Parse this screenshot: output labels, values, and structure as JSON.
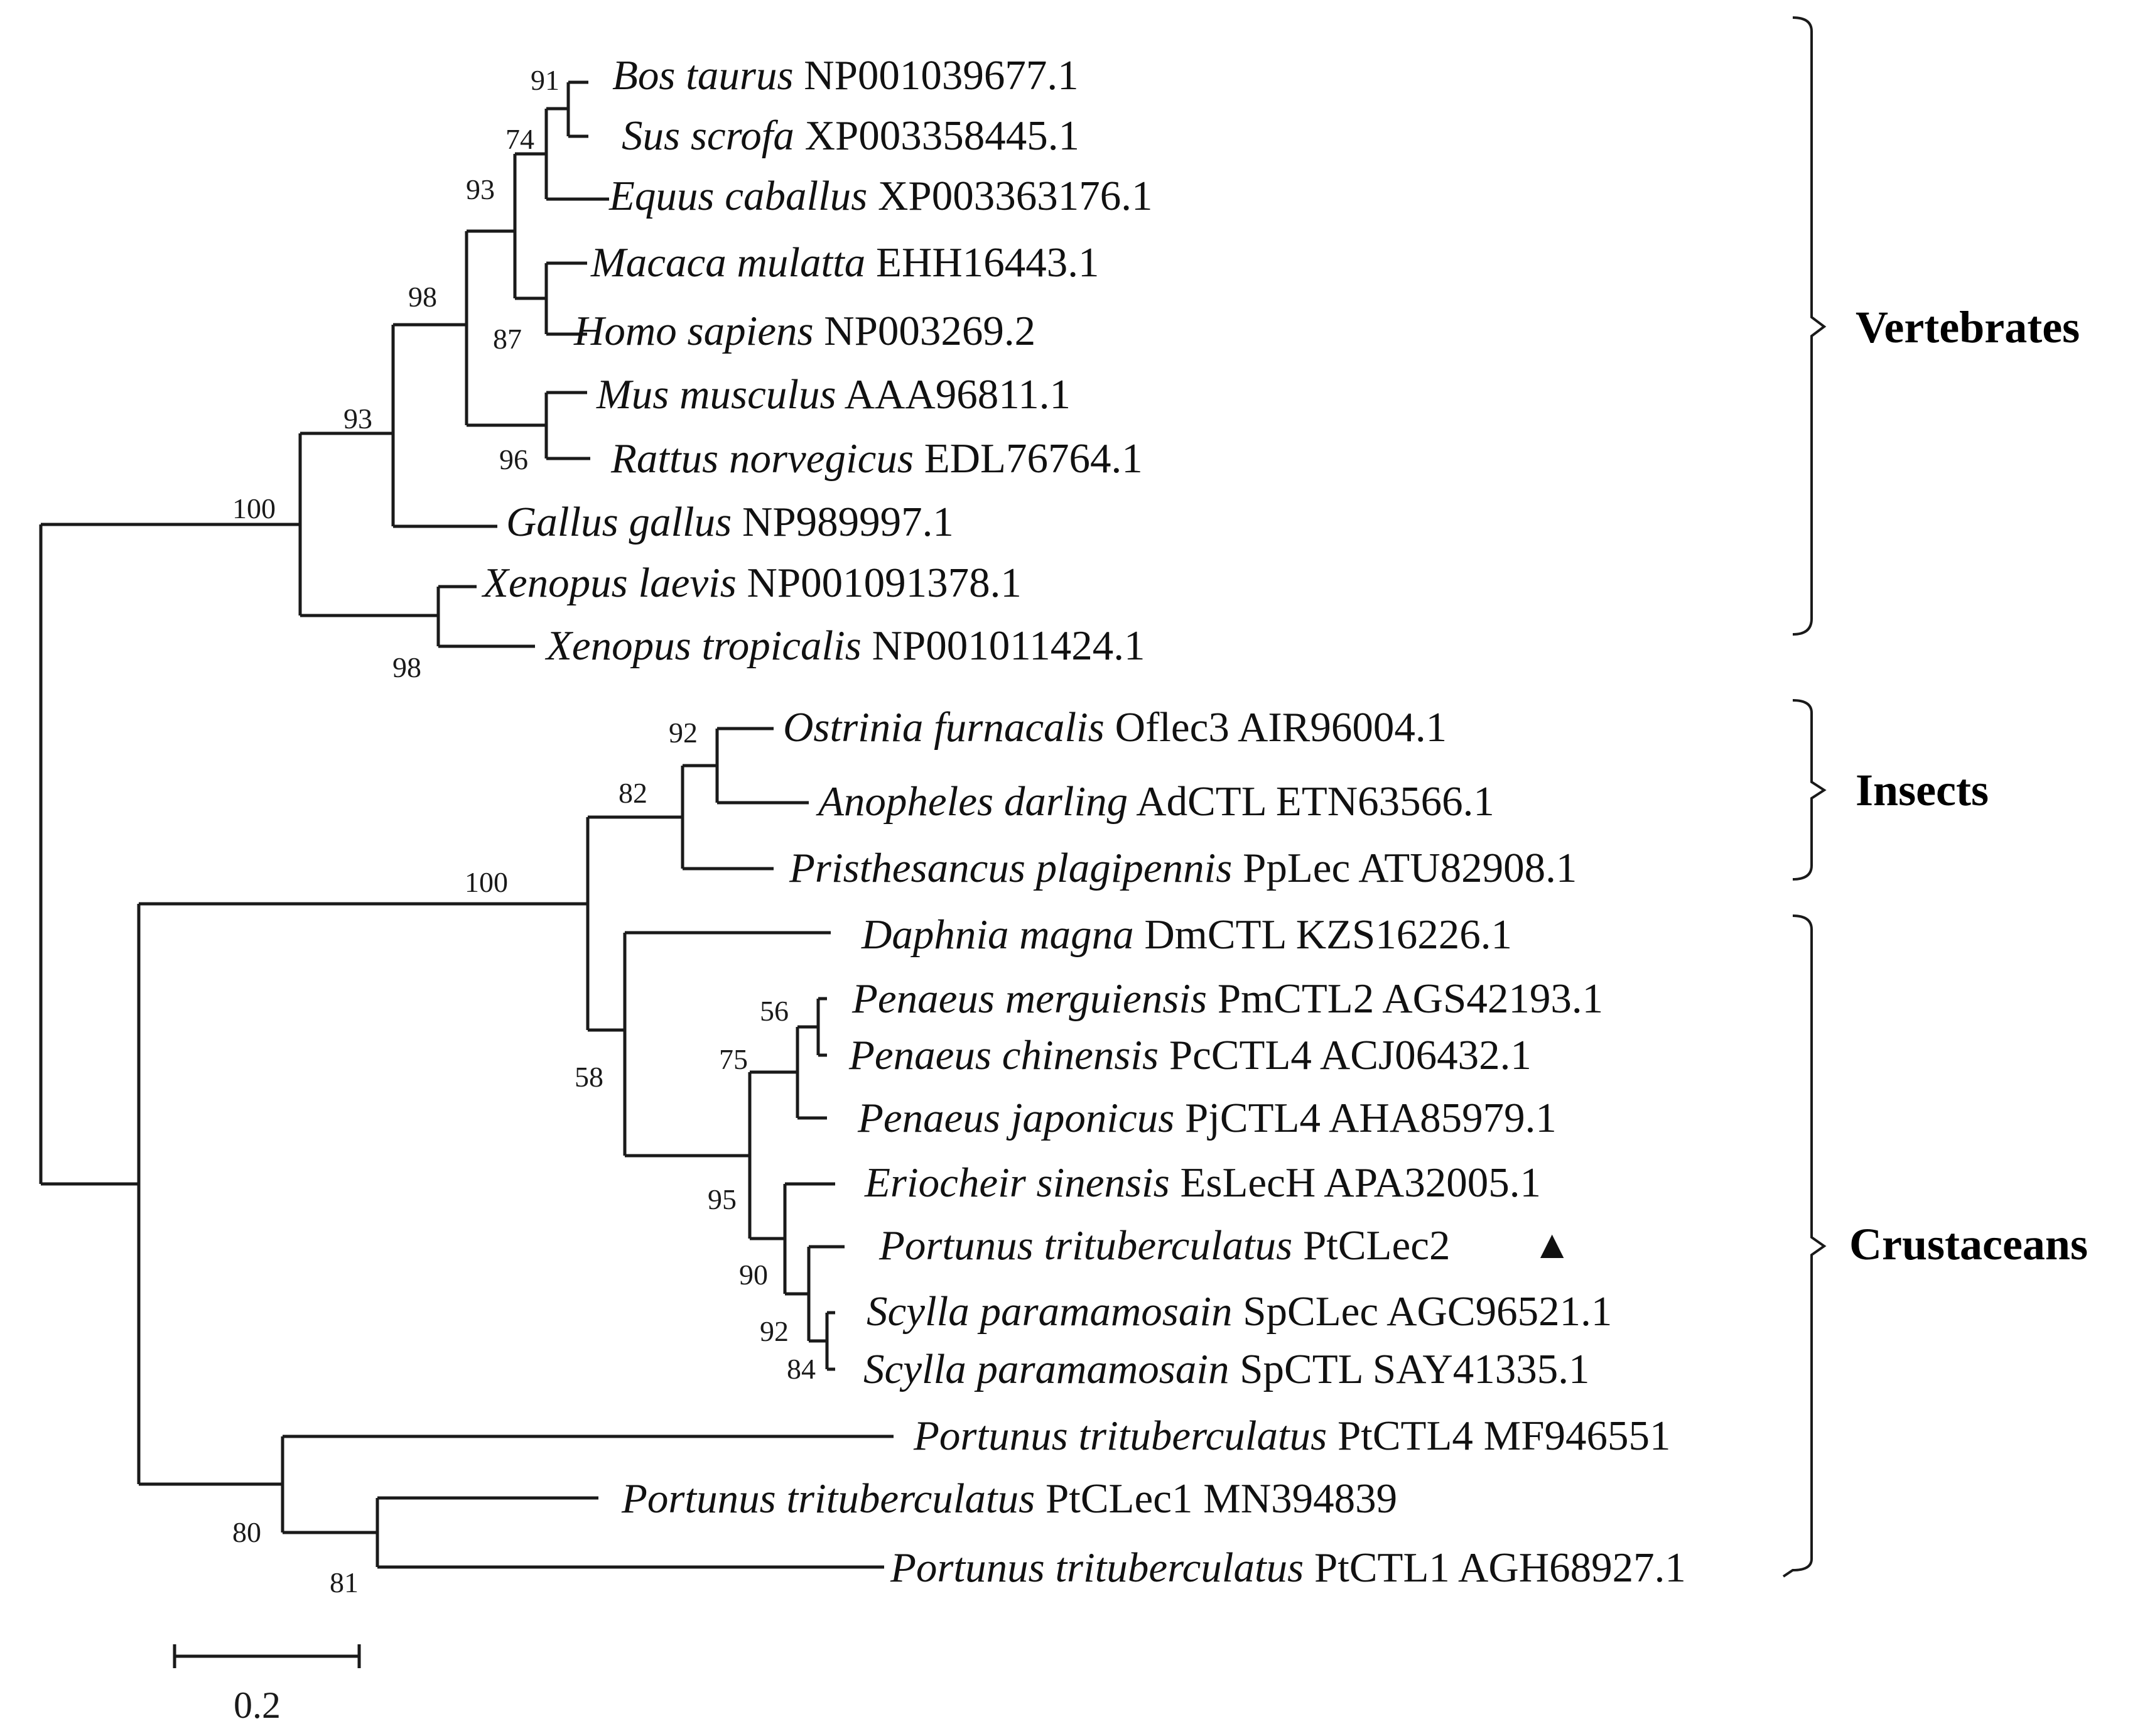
{
  "tree": {
    "leaves": [
      {
        "species": "Bos taurus",
        "accession": "NP001039677.1"
      },
      {
        "species": "Sus scrofa",
        "accession": "XP003358445.1"
      },
      {
        "species": "Equus caballus",
        "accession": "XP003363176.1"
      },
      {
        "species": "Macaca mulatta",
        "accession": "EHH16443.1"
      },
      {
        "species": "Homo sapiens",
        "accession": "NP003269.2"
      },
      {
        "species": "Mus musculus",
        "accession": "AAA96811.1"
      },
      {
        "species": "Rattus norvegicus",
        "accession": "EDL76764.1"
      },
      {
        "species": "Gallus gallus",
        "accession": "NP989997.1"
      },
      {
        "species": "Xenopus laevis",
        "accession": "NP001091378.1"
      },
      {
        "species": "Xenopus tropicalis",
        "accession": "NP001011424.1"
      },
      {
        "species": "Ostrinia furnacalis",
        "accession": "Oflec3 AIR96004.1"
      },
      {
        "species": "Anopheles darling",
        "accession": "AdCTL ETN63566.1"
      },
      {
        "species": "Pristhesancus plagipennis",
        "accession": "PpLec ATU82908.1"
      },
      {
        "species": "Daphnia magna",
        "accession": "DmCTL KZS16226.1"
      },
      {
        "species": "Penaeus merguiensis",
        "accession": "PmCTL2 AGS42193.1"
      },
      {
        "species": "Penaeus chinensis",
        "accession": "PcCTL4 ACJ06432.1"
      },
      {
        "species": "Penaeus japonicus",
        "accession": "PjCTL4 AHA85979.1"
      },
      {
        "species": "Eriocheir sinensis",
        "accession": "EsLecH APA32005.1"
      },
      {
        "species": "Portunus trituberculatus",
        "accession": "PtCLec2"
      },
      {
        "species": "Scylla paramamosain",
        "accession": "SpCLec AGC96521.1"
      },
      {
        "species": "Scylla paramamosain",
        "accession": "SpCTL SAY41335.1"
      },
      {
        "species": "Portunus trituberculatus",
        "accession": "PtCTL4 MF946551"
      },
      {
        "species": "Portunus trituberculatus",
        "accession": "PtCLec1 MN394839"
      },
      {
        "species": "Portunus trituberculatus",
        "accession": "PtCTL1 AGH68927.1"
      }
    ],
    "marker": "▲",
    "bootstrap_values": [
      "91",
      "74",
      "93",
      "87",
      "98",
      "96",
      "93",
      "100",
      "98",
      "92",
      "82",
      "100",
      "56",
      "75",
      "58",
      "95",
      "90",
      "92",
      "84",
      "80",
      "81"
    ],
    "groups": [
      "Vertebrates",
      "Insects",
      "Crustaceans"
    ],
    "scale_bar_label": "0.2"
  }
}
